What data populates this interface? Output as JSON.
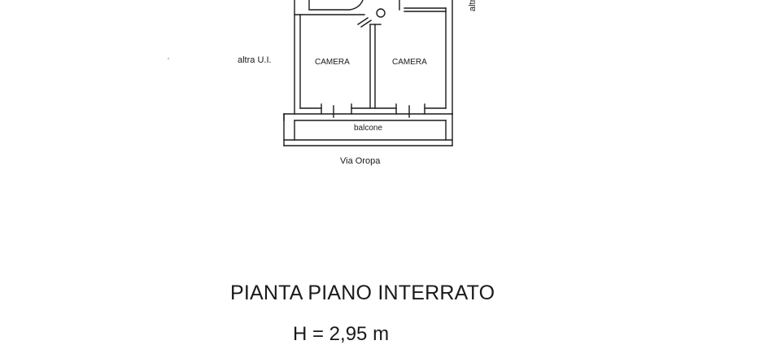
{
  "plan": {
    "neighbor_left": "altra U.I.",
    "neighbor_right": "altra U.I.",
    "rooms": [
      "CAMERA",
      "CAMERA"
    ],
    "balcony": "balcone",
    "street": "Via Oropa",
    "title": "PIANTA PIANO INTERRATO",
    "height": "H = 2,95 m"
  },
  "colors": {
    "ink": "#1a1a1a",
    "paper": "#ffffff"
  }
}
